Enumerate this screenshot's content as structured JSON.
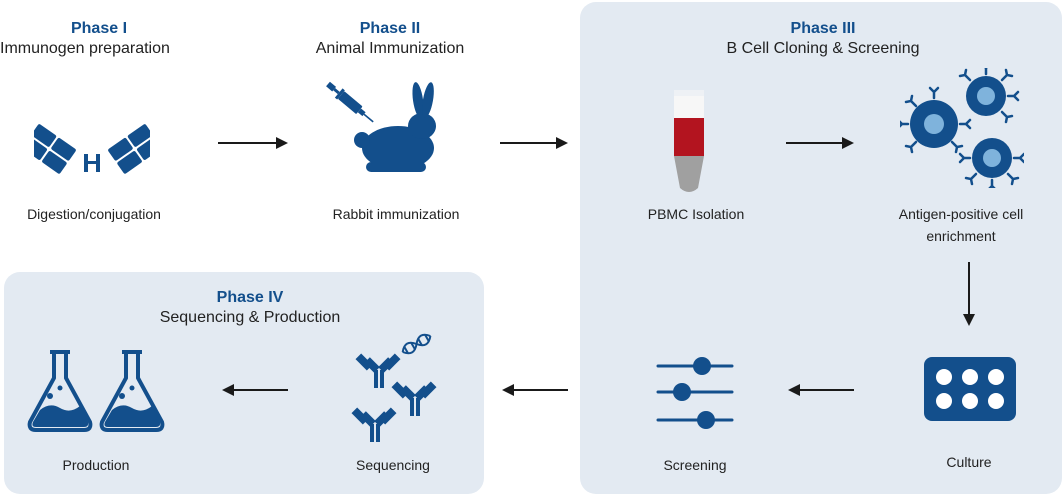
{
  "colors": {
    "brand": "#134f8c",
    "panel": "#e3eaf2",
    "arrow": "#1a1a1a",
    "tube_red": "#b3141f",
    "tube_gray": "#a0a0a0"
  },
  "phases": {
    "phase1": {
      "title": "Phase I",
      "subtitle": "Immunogen preparation"
    },
    "phase2": {
      "title": "Phase II",
      "subtitle": "Animal Immunization"
    },
    "phase3": {
      "title": "Phase III",
      "subtitle": "B Cell Cloning & Screening"
    },
    "phase4": {
      "title": "Phase IV",
      "subtitle": "Sequencing & Production"
    }
  },
  "steps": {
    "digestion": {
      "label": "Digestion/conjugation",
      "icon": "antibody-icon"
    },
    "rabbit": {
      "label": "Rabbit immunization",
      "icon": "rabbit-syringe-icon"
    },
    "pbmc": {
      "label": "PBMC Isolation",
      "icon": "test-tube-icon"
    },
    "enrichment": {
      "label": "Antigen-positive cell enrichment",
      "icon": "b-cells-icon"
    },
    "culture": {
      "label": "Culture",
      "icon": "well-plate-icon"
    },
    "screening": {
      "label": "Screening",
      "icon": "sliders-icon"
    },
    "sequencing": {
      "label": "Sequencing",
      "icon": "antibodies-dna-icon"
    },
    "production": {
      "label": "Production",
      "icon": "flasks-icon"
    }
  }
}
